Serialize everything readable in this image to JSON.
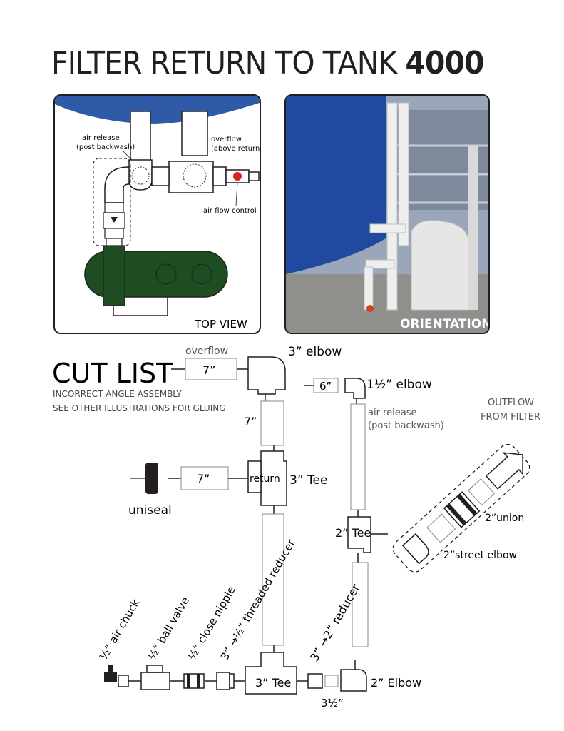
{
  "title": {
    "main": "FILTER  RETURN TO TANK",
    "bold": "4000"
  },
  "top_view": {
    "air_release": [
      "air release",
      "(post backwash)"
    ],
    "overflow": [
      "overflow",
      "(above return)"
    ],
    "air_flow_control": "air flow control",
    "label": "TOP VIEW"
  },
  "orientation": {
    "label": "ORIENTATION"
  },
  "cut_list": {
    "heading": "CUT LIST",
    "note1": "INCORRECT ANGLE ASSEMBLY",
    "note2": "SEE OTHER ILLUSTRATIONS FOR GLUING"
  },
  "parts": {
    "overflow": "overflow",
    "overflow_len": "7”",
    "elbow3": "3”  elbow",
    "vertical_len": "7”",
    "return_len": "7”",
    "return_label": "return",
    "tee3_top": "3” Tee",
    "uniseal": "uniseal",
    "small_len": "6”",
    "elbow15": "1½”  elbow",
    "air_release": [
      "air release",
      "(post backwash)"
    ],
    "outflow": [
      "OUTFLOW",
      "FROM FILTER"
    ],
    "union2": "2”union",
    "tee2": "2” Tee",
    "street_elbow": "2”street elbow",
    "reducer32": "3” →2” reducer",
    "tee3_bottom": "3” Tee",
    "elbow2": "2”  Elbow",
    "len35": "3½”",
    "air_chuck": "½” air chuck",
    "ball_valve": "½” ball valve",
    "close_nipple": "½” close nipple",
    "threaded_reducer": "3” →½”  threaded reducer"
  }
}
